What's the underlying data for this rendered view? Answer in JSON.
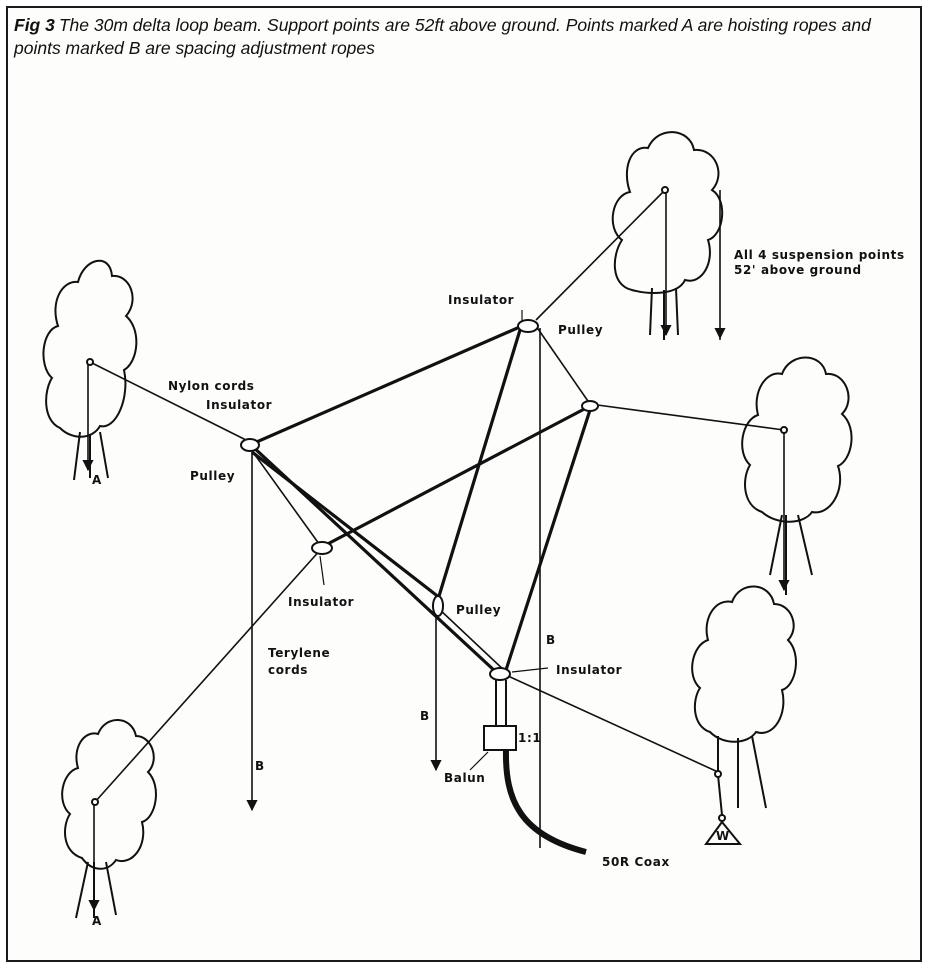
{
  "caption": {
    "fig": "Fig 3",
    "text": "The 30m delta loop beam. Support points are 52ft above ground. Points marked A are hoisting ropes and points marked B are spacing adjustment ropes"
  },
  "labels": {
    "nylon_cords": "Nylon cords",
    "insulator_left": "Insulator",
    "pulley_left": "Pulley",
    "insulator_top": "Insulator",
    "pulley_top": "Pulley",
    "suspension_line1": "All 4 suspension points",
    "suspension_line2": "52' above ground",
    "insulator_center": "Insulator",
    "terylene_line1": "Terylene",
    "terylene_line2": "cords",
    "pulley_center": "Pulley",
    "b_right": "B",
    "insulator_feed": "Insulator",
    "b_center": "B",
    "b_left": "B",
    "one_to_one": "1:1",
    "balun": "Balun",
    "coax": "50R Coax",
    "a_left_top": "A",
    "a_left_bottom": "A",
    "weight": "W"
  }
}
